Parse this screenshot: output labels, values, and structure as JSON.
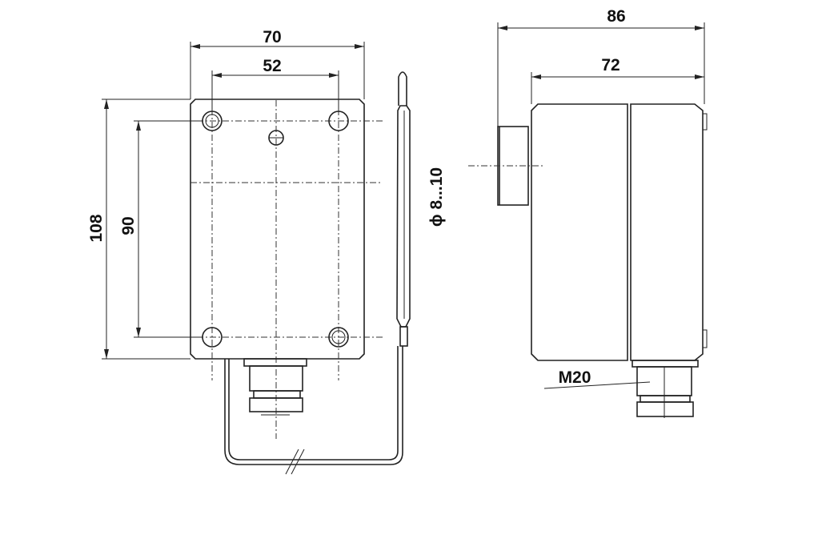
{
  "drawing": {
    "front_view": {
      "width_outer": "70",
      "width_holes": "52",
      "height_outer": "108",
      "height_holes": "90"
    },
    "probe": {
      "diameter_label": "ϕ 8...10"
    },
    "side_view": {
      "depth_total": "86",
      "depth_body": "72",
      "gland_label": "M20"
    },
    "colors": {
      "line": "#222222",
      "background": "#ffffff"
    }
  }
}
